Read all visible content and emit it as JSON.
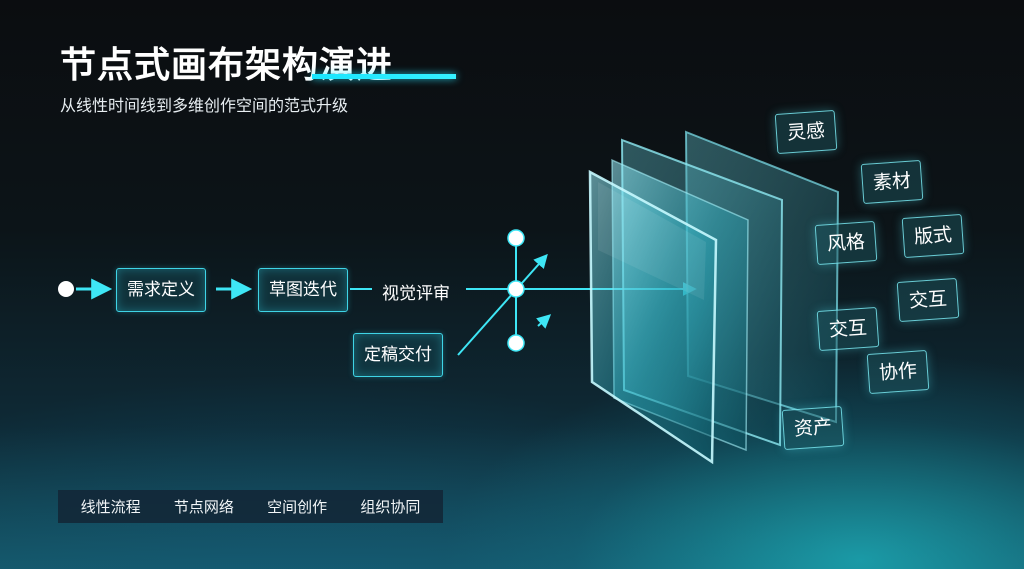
{
  "header": {
    "title": "节点式画布架构演进",
    "subtitle": "从线性时间线到多维创作空间的范式升级"
  },
  "flow": {
    "step1": "需求定义",
    "step2": "草图迭代",
    "review_label": "视觉评审",
    "step3": "定稿交付"
  },
  "tags": [
    "灵感",
    "素材",
    "风格",
    "版式",
    "交互",
    "交互",
    "协作",
    "资产"
  ],
  "tags_note_skip": "",
  "footer": [
    "线性流程",
    "节点网络",
    "空间创作",
    "组织协同"
  ],
  "colors": {
    "accent": "#19e5ff",
    "node_border": "#3fd4e6",
    "background_top": "#0b0d10",
    "background_bottom": "#15596a"
  }
}
